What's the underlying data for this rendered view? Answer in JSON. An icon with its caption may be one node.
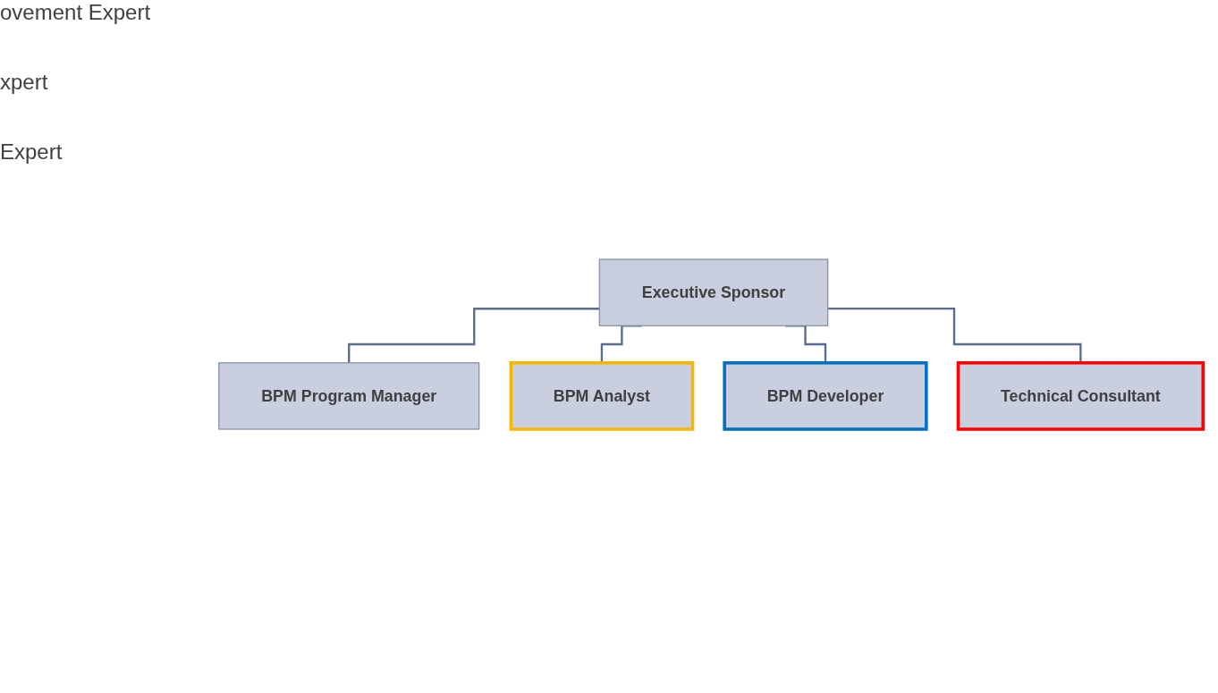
{
  "diagram": {
    "nodes": [
      {
        "text": [
          "Executive Sponsor"
        ]
      },
      {
        "text": [
          "BPM Program Manager"
        ]
      },
      {
        "text": [
          "BPM Analyst"
        ]
      },
      {
        "text": [
          "BPM Developer"
        ]
      },
      {
        "text": [
          "Technical Consultant"
        ]
      }
    ],
    "edges": [
      {
        "from": 0,
        "to": 1,
        "arrow": "none"
      },
      {
        "from": 0,
        "to": 2,
        "arrow": "none"
      },
      {
        "from": 0,
        "to": 3,
        "arrow": "none"
      },
      {
        "from": 0,
        "to": 4,
        "arrow": "none"
      }
    ],
    "labels": [
      "ovement Expert",
      "xpert",
      "Expert"
    ]
  }
}
